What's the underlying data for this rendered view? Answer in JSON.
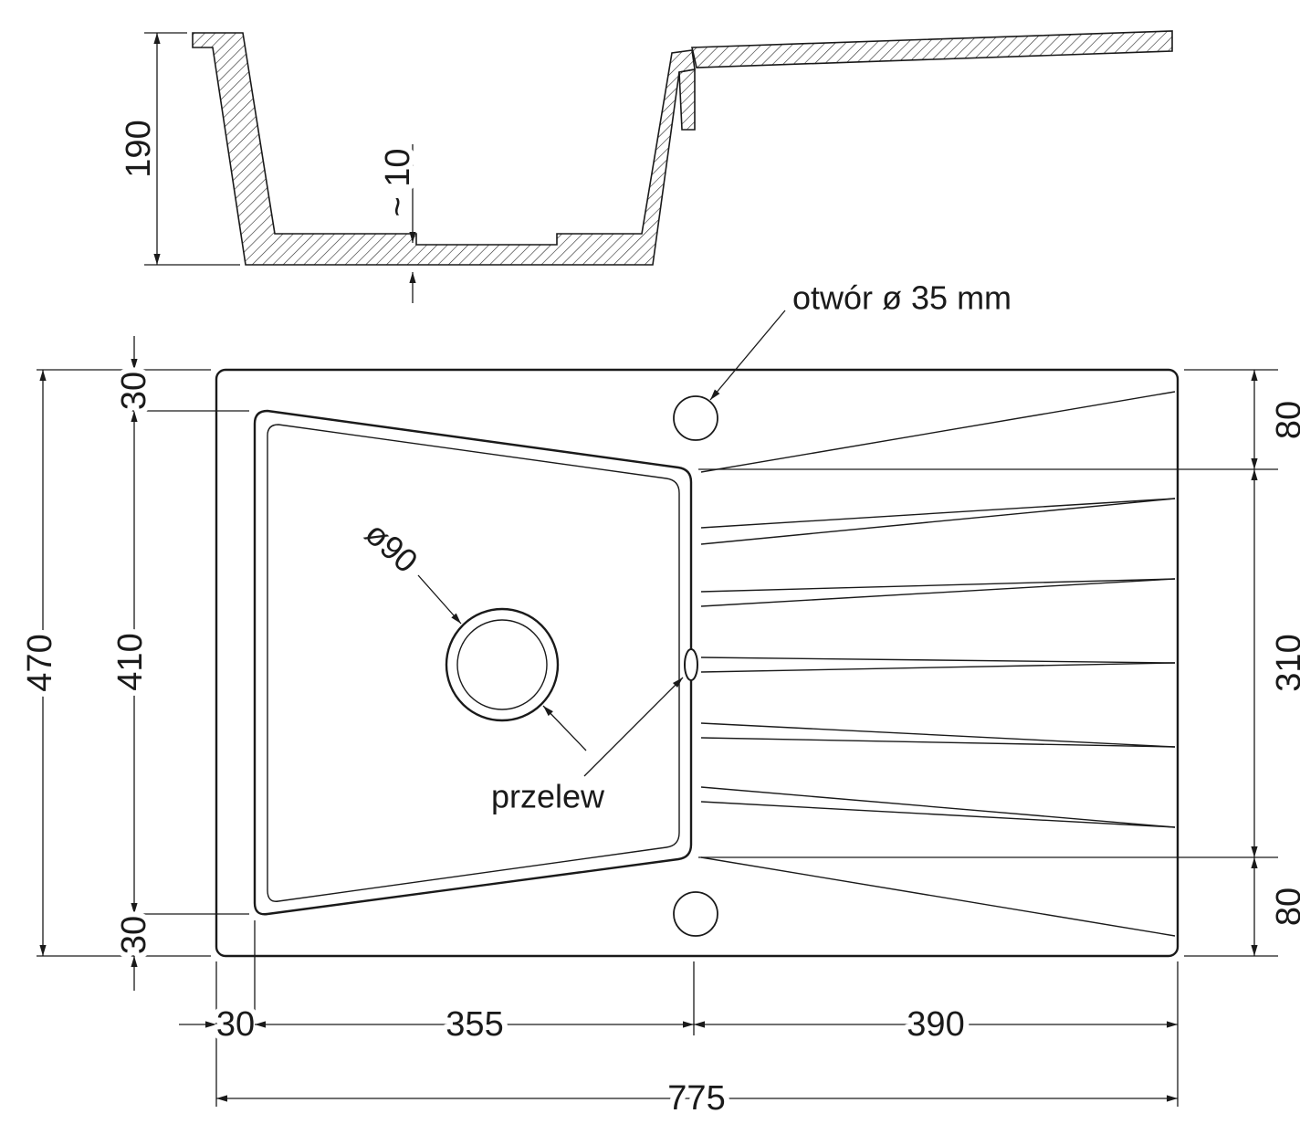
{
  "drawing": {
    "cross_section": {
      "depth_label": "190",
      "bottom_thickness_label": "~ 10"
    },
    "plan": {
      "tap_hole_label": "otwór ø 35 mm",
      "drain_diameter_label": "ø90",
      "overflow_label": "przelew"
    },
    "dimensions": {
      "overall_length": "775",
      "left_offset": "30",
      "basin_length": "355",
      "drainer_length": "390",
      "overall_width": "470",
      "basin_width": "410",
      "top_offset": "30",
      "bottom_offset": "30",
      "drainer_top_offset": "80",
      "drainer_board_height": "310",
      "drainer_bottom_offset": "80"
    },
    "colors": {
      "line": "#1a1a1a",
      "background": "#ffffff"
    }
  }
}
